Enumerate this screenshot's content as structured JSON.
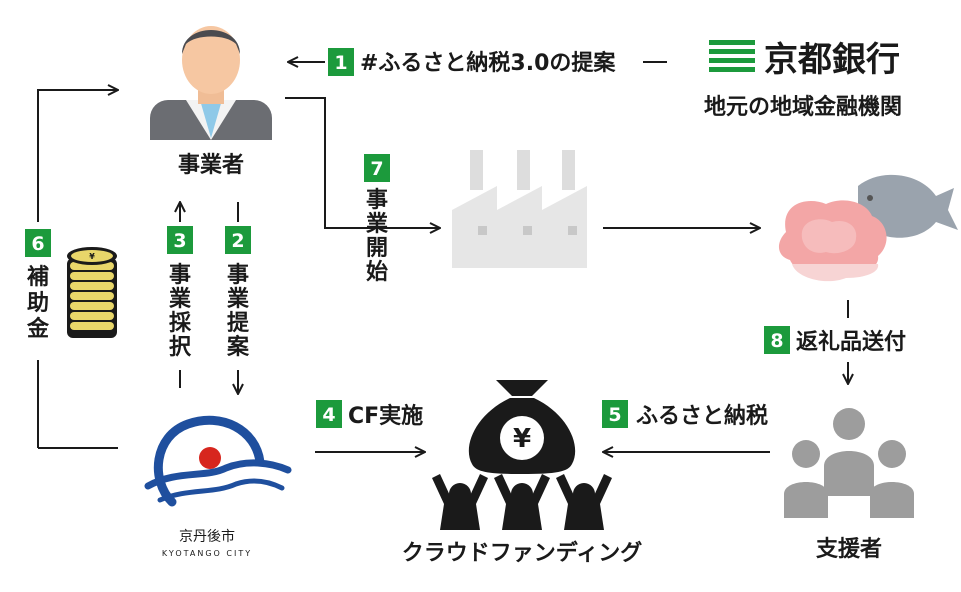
{
  "bank": {
    "name": "京都銀行",
    "subtitle": "地元の地域金融機関"
  },
  "actors": {
    "business": "事業者",
    "city_name": "京丹後市",
    "city_romaji": "KYOTANGO CITY",
    "crowdfunding": "クラウドファンディング",
    "supporters": "支援者"
  },
  "steps": {
    "s1": {
      "num": "1",
      "label": "#ふるさと納税3.0の提案"
    },
    "s2": {
      "num": "2",
      "chars": [
        "事",
        "業",
        "提",
        "案"
      ]
    },
    "s3": {
      "num": "3",
      "chars": [
        "事",
        "業",
        "採",
        "択"
      ]
    },
    "s4": {
      "num": "4",
      "label": "CF実施"
    },
    "s5": {
      "num": "5",
      "label": "ふるさと納税"
    },
    "s6": {
      "num": "6",
      "chars": [
        "補",
        "助",
        "金"
      ]
    },
    "s7": {
      "num": "7",
      "chars": [
        "事",
        "業",
        "開",
        "始"
      ]
    },
    "s8": {
      "num": "8",
      "label": "返礼品送付"
    }
  },
  "icons": {
    "business": "businessman-icon",
    "factory": "factory-icon",
    "products": "meat-and-fish-icon",
    "subsidy": "coin-stack-icon",
    "city": "kyotango-city-logo",
    "money_bag": "yen-money-bag-icon",
    "cheering": "cheering-people-icon",
    "supporters": "group-of-people-icon",
    "bank_logo": "bank-logo-icon"
  },
  "colors": {
    "badge": "#1c9a3c",
    "bank_green": "#1c9a3c",
    "city_blue": "#1f4f9e",
    "city_red": "#d7261e",
    "factory_gray": "#e6e6e6",
    "people_gray": "#9d9d9d",
    "meat": "#f19a9a",
    "fish": "#9aa3ad",
    "coin": "#e8d66a",
    "ink": "#1a1a1a"
  }
}
